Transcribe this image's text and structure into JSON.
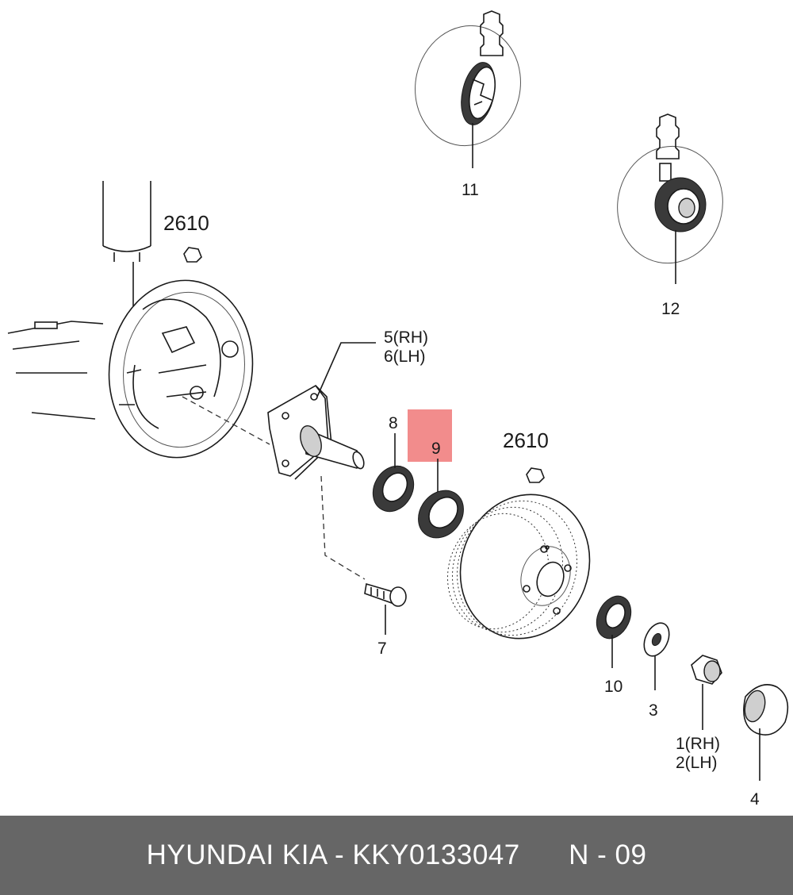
{
  "diagram": {
    "ref_labels": {
      "upper": "2610",
      "drum": "2610"
    },
    "parts": {
      "p1": "1(RH)",
      "p2": "2(LH)",
      "p3": "3",
      "p4": "4",
      "p5": "5(RH)",
      "p6": "6(LH)",
      "p7": "7",
      "p8": "8",
      "p9": "9",
      "p10": "10",
      "p11": "11",
      "p12": "12"
    },
    "highlight": {
      "part": "9",
      "color": "#f07878"
    }
  },
  "footer": {
    "brand": "HYUNDAI",
    "separator_text": " KIA - ",
    "part_number": "KKY0133047",
    "position_code": "N - 09"
  }
}
